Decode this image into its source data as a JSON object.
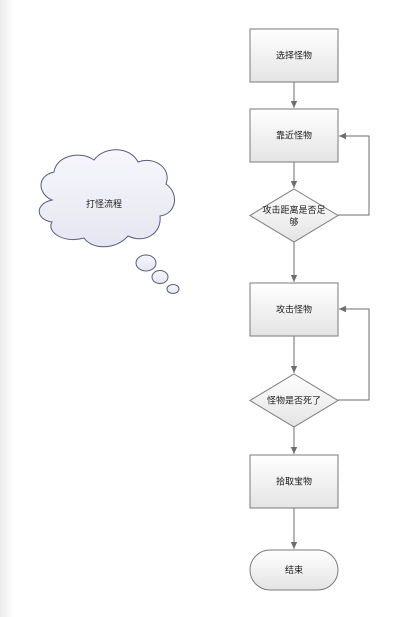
{
  "cloud": {
    "label": "打怪流程"
  },
  "nodes": [
    {
      "id": "select",
      "shape": "process",
      "label": "选择怪物"
    },
    {
      "id": "approach",
      "shape": "process",
      "label": "靠近怪物"
    },
    {
      "id": "distance_check",
      "shape": "decision",
      "label_line1": "攻击距离是否足",
      "label_line2": "够"
    },
    {
      "id": "attack",
      "shape": "process",
      "label": "攻击怪物"
    },
    {
      "id": "dead_check",
      "shape": "decision",
      "label": "怪物是否死了"
    },
    {
      "id": "loot",
      "shape": "process",
      "label": "拾取宝物"
    },
    {
      "id": "end",
      "shape": "terminator",
      "label": "结束"
    }
  ],
  "edges": [
    {
      "from": "select",
      "to": "approach"
    },
    {
      "from": "approach",
      "to": "distance_check"
    },
    {
      "from": "distance_check",
      "to": "approach",
      "type": "loop-back"
    },
    {
      "from": "distance_check",
      "to": "attack"
    },
    {
      "from": "attack",
      "to": "dead_check"
    },
    {
      "from": "dead_check",
      "to": "attack",
      "type": "loop-back"
    },
    {
      "from": "dead_check",
      "to": "loot"
    },
    {
      "from": "loot",
      "to": "end"
    }
  ],
  "colors": {
    "node_fill_top": "#ffffff",
    "node_fill_bottom": "#e6e6e6",
    "node_stroke": "#7a7a7a",
    "cloud_fill": "#eeeef8",
    "cloud_stroke": "#5a5a80",
    "connector": "#6e6e6e"
  }
}
